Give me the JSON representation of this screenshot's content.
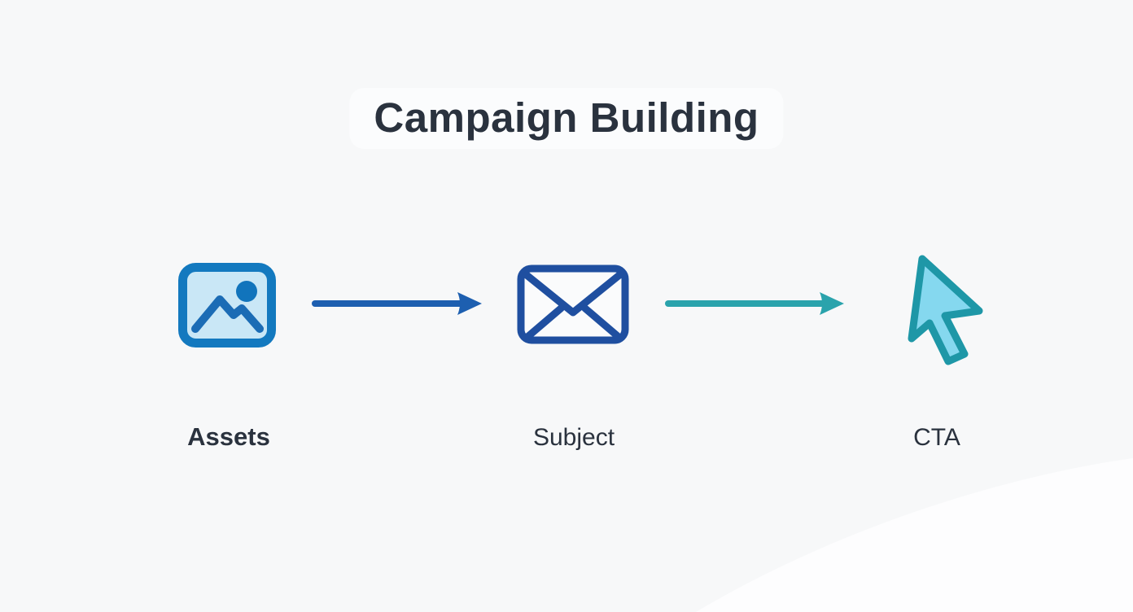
{
  "header": {
    "title": "Campaign Building"
  },
  "flow": {
    "steps": [
      {
        "label": "Assets",
        "icon": "image-icon"
      },
      {
        "label": "Subject",
        "icon": "envelope-icon"
      },
      {
        "label": "CTA",
        "icon": "cursor-icon"
      }
    ],
    "arrows": [
      {
        "from": "Assets",
        "to": "Subject",
        "color": "#1d5fb0"
      },
      {
        "from": "Subject",
        "to": "CTA",
        "color": "#2aa3ac"
      }
    ]
  },
  "colors": {
    "page_background": "#f7f8f9",
    "title_text": "#2a323e",
    "title_chip_background": "#fbfcfd",
    "label_text": "#2a323e",
    "assets_icon_stroke": "#1379bf",
    "assets_icon_fill": "#c9e7f6",
    "assets_icon_detail": "#1b6cb5",
    "envelope_icon_stroke": "#1f4fa0",
    "arrow_blue": "#1d5fb0",
    "arrow_teal": "#2aa3ac",
    "cursor_fill": "#85d8ef",
    "cursor_stroke": "#1e97a7",
    "corner_curve": "#fdfdfe"
  }
}
